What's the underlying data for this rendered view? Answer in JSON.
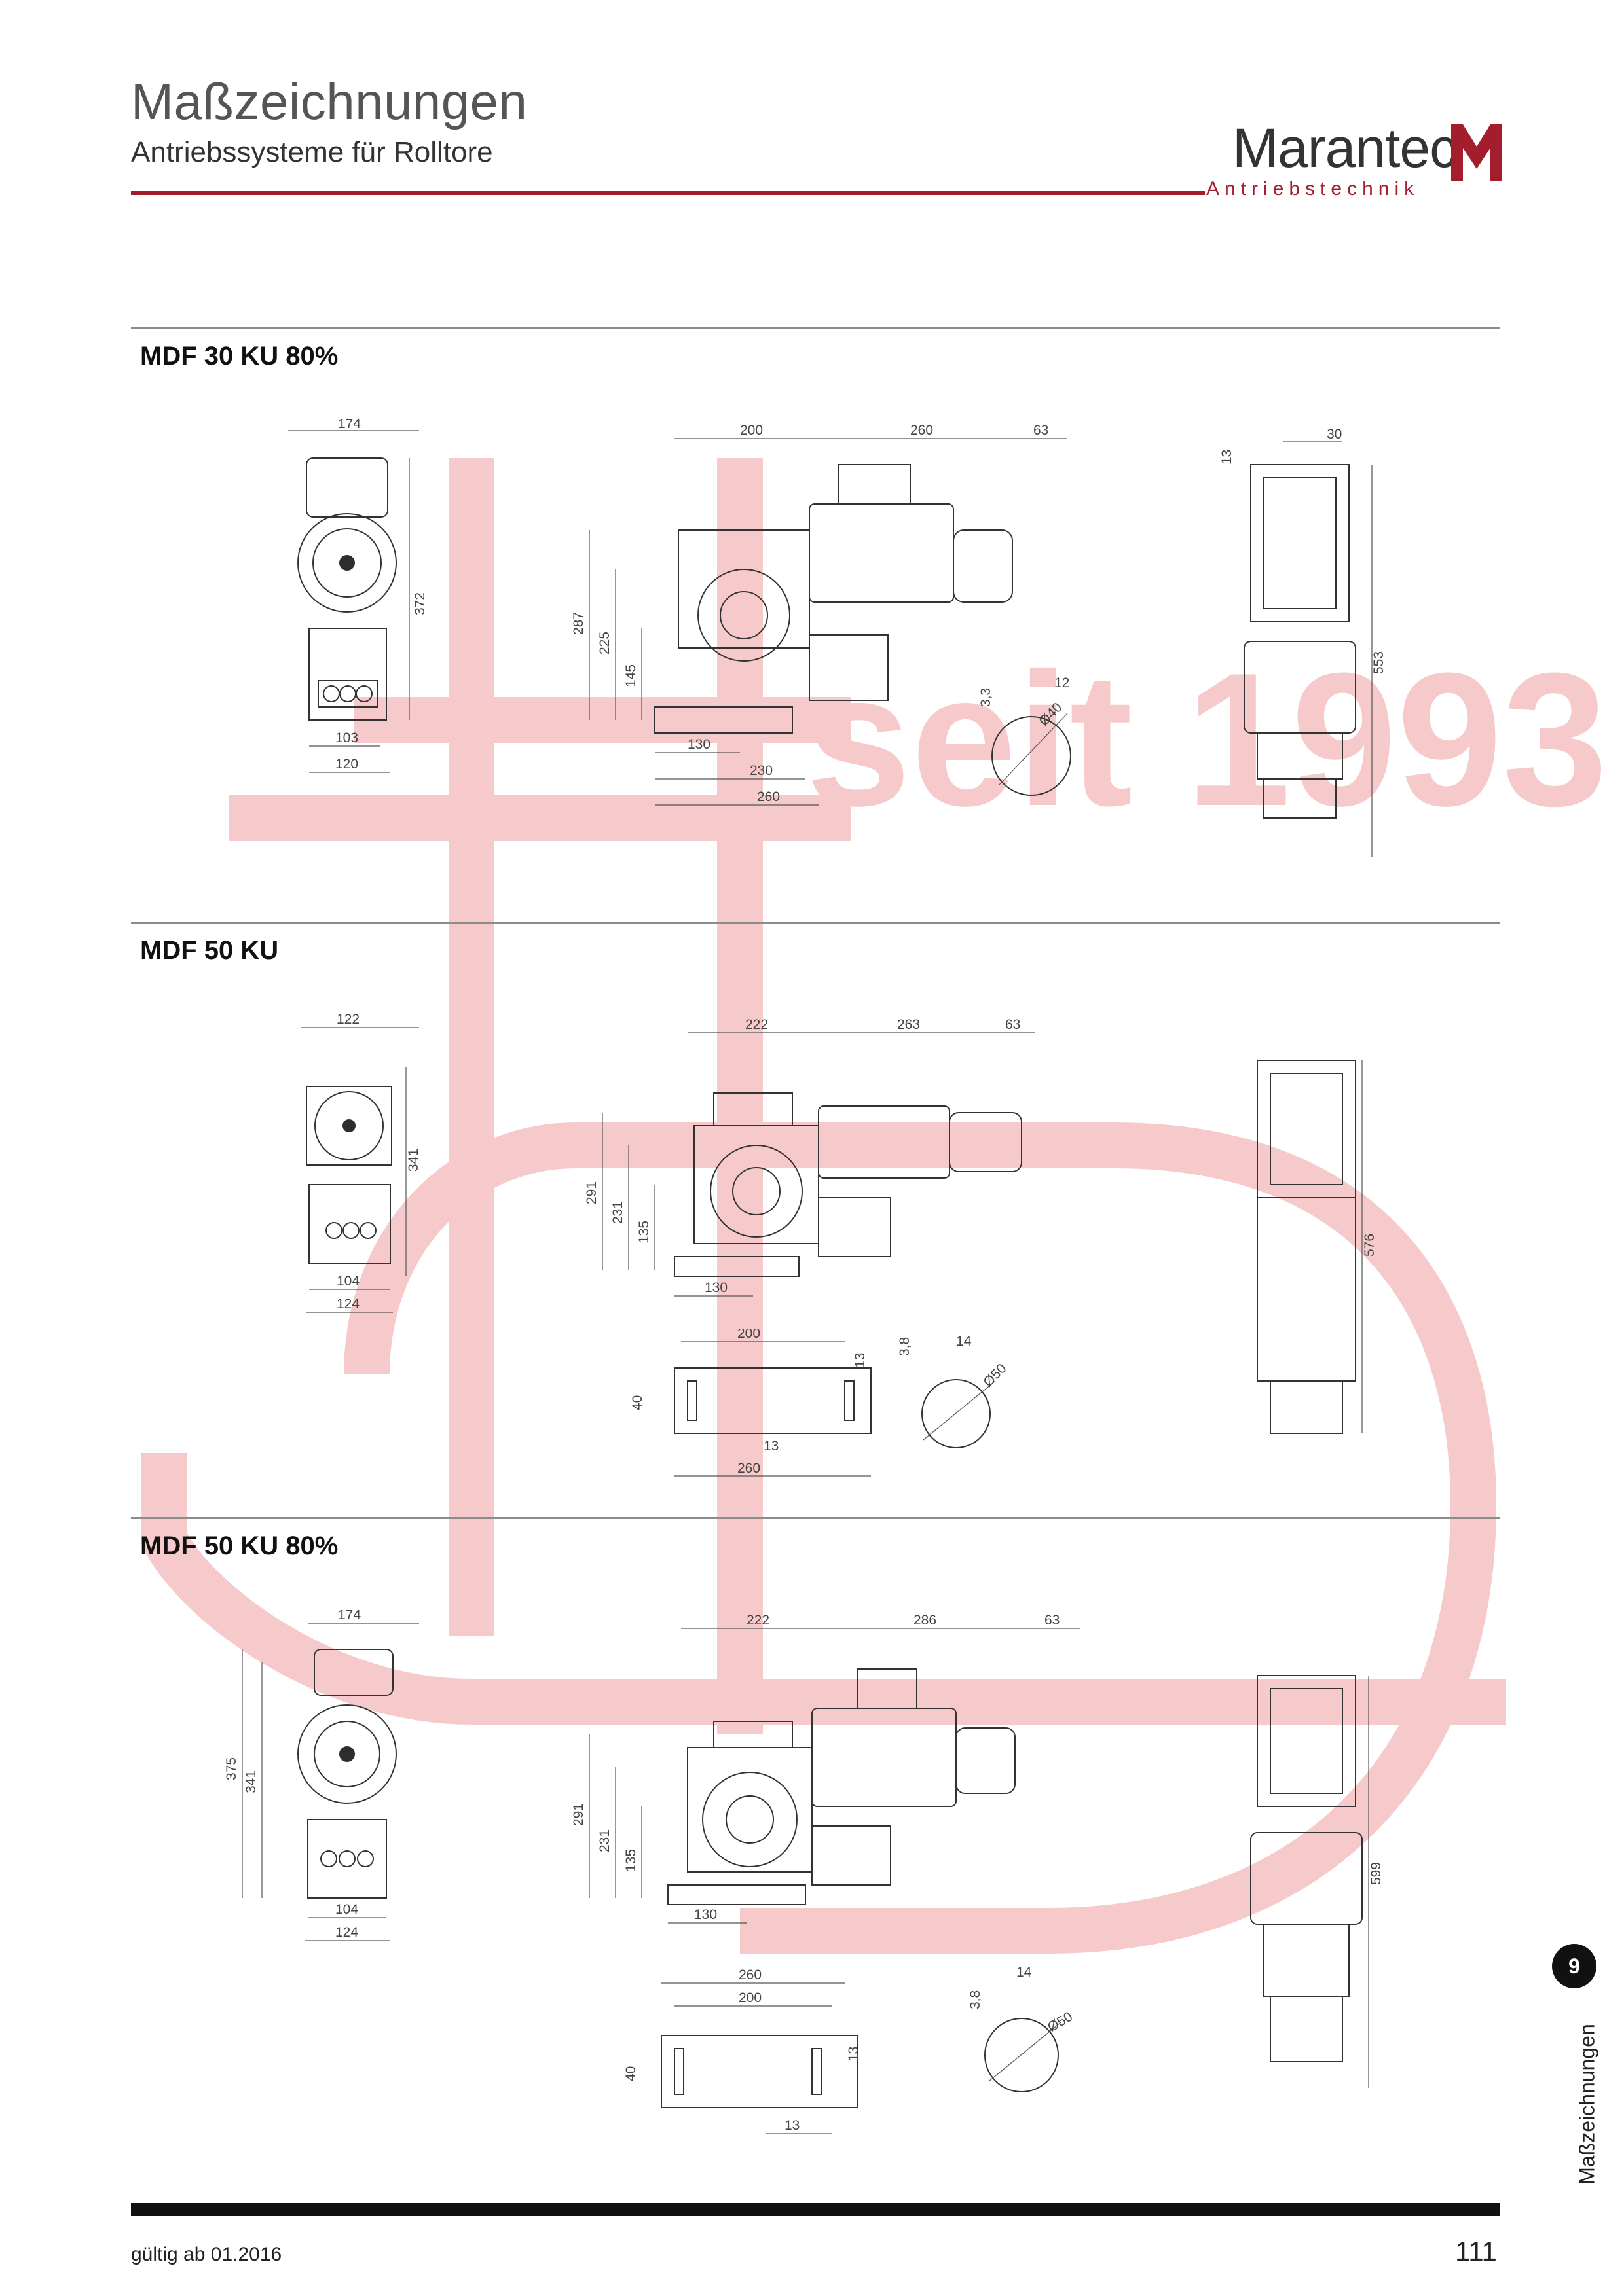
{
  "header": {
    "title": "Maßzeichnungen",
    "subtitle": "Antriebssysteme für Rolltore"
  },
  "logo": {
    "wordmark": "Marantec",
    "tagline": "Antriebstechnik",
    "accent_color": "#a31d2d"
  },
  "watermark": {
    "text": "seit 1993",
    "color": "#f6caca"
  },
  "sections": [
    {
      "title": "MDF 30 KU 80%",
      "front_view": {
        "top_width": "174",
        "height": "372",
        "bottom_inner": "103",
        "bottom_outer": "120"
      },
      "side_view": {
        "dims_top": [
          "200",
          "260",
          "63"
        ],
        "heights": [
          "287",
          "225",
          "145"
        ],
        "bottom": [
          "130",
          "230",
          "260"
        ],
        "shaft": {
          "groove": "3,3",
          "key": "12",
          "diameter": "Ø40"
        }
      },
      "end_view": {
        "top": [
          "13",
          "30"
        ],
        "height": "553"
      }
    },
    {
      "title": "MDF 50 KU",
      "front_view": {
        "top_width": "122",
        "height": "341",
        "bottom_inner": "104",
        "bottom_outer": "124"
      },
      "side_view": {
        "dims_top": [
          "222",
          "263",
          "63"
        ],
        "heights": [
          "291",
          "231",
          "135"
        ],
        "bottom": [
          "130"
        ]
      },
      "base_plate": {
        "inner": "200",
        "outer": "260",
        "slot": "13",
        "thickness": "40",
        "edge": "13"
      },
      "shaft": {
        "groove": "3,8",
        "key": "14",
        "diameter": "Ø50"
      },
      "end_view": {
        "height": "576"
      }
    },
    {
      "title": "MDF 50 KU 80%",
      "front_view": {
        "top_width": "174",
        "height_outer": "375",
        "height_inner": "341",
        "bottom_inner": "104",
        "bottom_outer": "124"
      },
      "side_view": {
        "dims_top": [
          "222",
          "286",
          "63"
        ],
        "heights": [
          "291",
          "231",
          "135"
        ],
        "bottom": [
          "130"
        ]
      },
      "base_plate": {
        "outer": "260",
        "inner": "200",
        "thickness": "40",
        "edge": "13",
        "slot": "13"
      },
      "shaft": {
        "groove": "3,8",
        "key": "14",
        "diameter": "Ø50"
      },
      "end_view": {
        "height": "599"
      }
    }
  ],
  "side_tab": {
    "number": "9",
    "label": "Maßzeichnungen"
  },
  "footer": {
    "valid_from": "gültig ab 01.2016",
    "page_number": "111"
  }
}
